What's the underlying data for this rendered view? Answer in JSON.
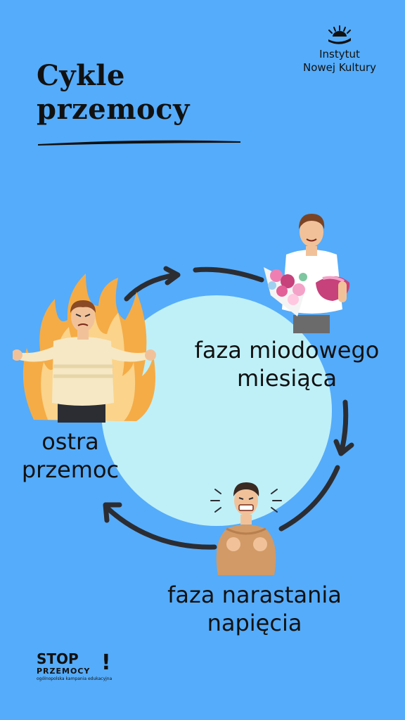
{
  "title": {
    "line1": "Cykle",
    "line2": "przemocy"
  },
  "logo": {
    "line1": "Instytut",
    "line2": "Nowej Kultury",
    "icon": "sun-hand-icon"
  },
  "phases": {
    "honeymoon": {
      "line1": "faza miodowego",
      "line2": "miesiąca"
    },
    "acute": {
      "line1": "ostra",
      "line2": "przemoc"
    },
    "tension": {
      "line1": "faza narastania",
      "line2": "napięcia"
    }
  },
  "campaign": {
    "line1": "STOP",
    "line2": "PRZEMOCY",
    "line3": "ogólnopolska kampania edukacyjna",
    "mark": "!"
  },
  "colors": {
    "background": "#55acfa",
    "circle": "#bff0f8",
    "arrow": "#2b2d33",
    "text": "#111111"
  }
}
